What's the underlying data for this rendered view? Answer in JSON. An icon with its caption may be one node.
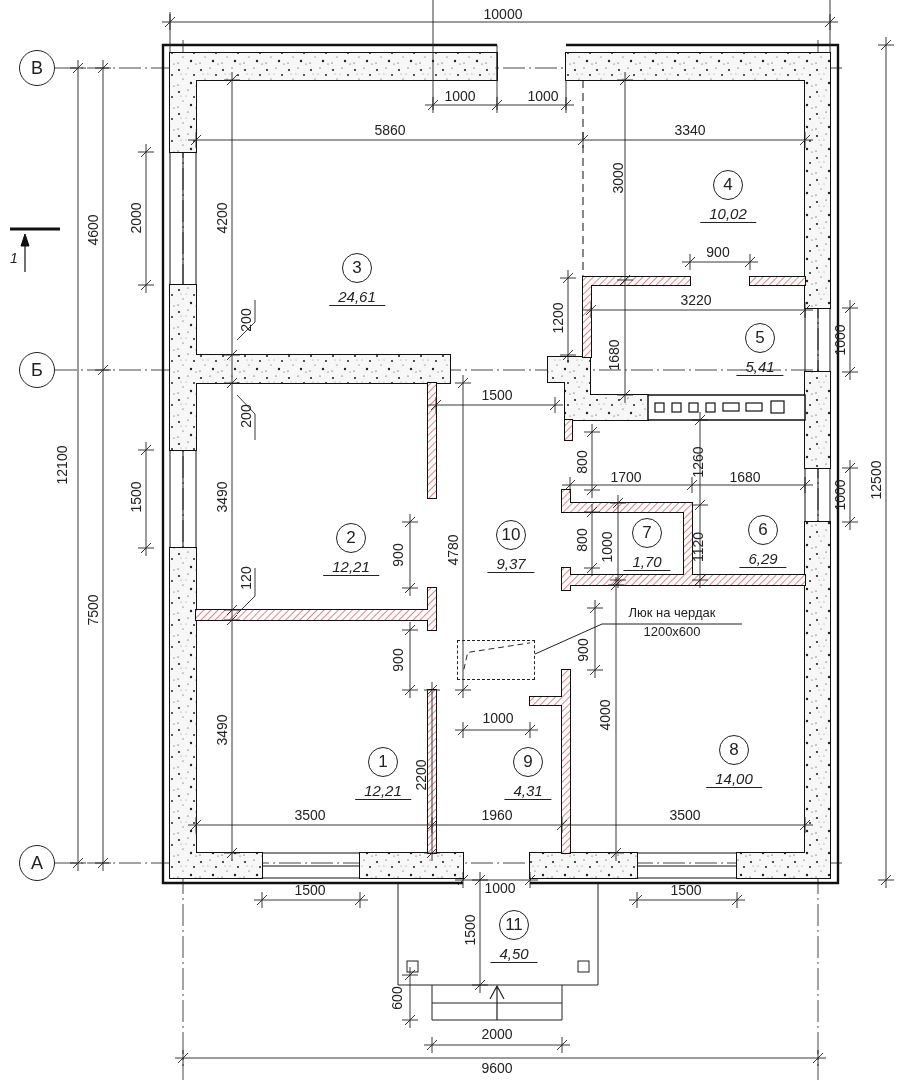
{
  "diagram": {
    "nodes": [
      {
        "text": [
          "В"
        ]
      },
      {
        "text": [
          "4"
        ],
        "beside": [
          "10,02"
        ]
      },
      {
        "text": [
          "3"
        ],
        "beside": [
          "24,61"
        ]
      },
      {
        "text": [
          "5"
        ],
        "beside": [
          "5,41"
        ]
      },
      {
        "text": [
          "Б"
        ]
      },
      {
        "text": [
          "2"
        ],
        "beside": [
          "12,21"
        ]
      },
      {
        "text": [
          "10"
        ],
        "beside": [
          "9,37"
        ]
      },
      {
        "text": [
          "7"
        ],
        "beside": [
          "1,70"
        ]
      },
      {
        "text": [
          "6"
        ],
        "beside": [
          "6,29"
        ]
      },
      {
        "text": [
          "Люк на чердак",
          "1200x600"
        ]
      },
      {
        "text": [],
        "shape": "box"
      },
      {
        "text": [
          "8"
        ],
        "beside": [
          "14,00"
        ]
      },
      {
        "text": [
          "1"
        ],
        "beside": [
          "12,21"
        ]
      },
      {
        "text": [
          "9"
        ],
        "beside": [
          "4,31"
        ]
      },
      {
        "text": [
          "А"
        ]
      },
      {
        "text": [
          "11"
        ],
        "beside": [
          "4,50"
        ]
      }
    ],
    "edges": [
      {
        "from": 9,
        "to": 10,
        "arrow": "none"
      }
    ],
    "labels": [
      "10000",
      "1000",
      "1000",
      "5860",
      "3340",
      "3000",
      "4600",
      "2000",
      "4200",
      "1",
      "900",
      "3220",
      "1200",
      "200",
      "1000",
      "1680",
      "1500",
      "200",
      "12100",
      "12500",
      "800",
      "1700",
      "1260",
      "1680",
      "1000",
      "1500",
      "3490",
      "4780",
      "800",
      "1000",
      "1120",
      "900",
      "120",
      "7500",
      "900",
      "900",
      "1000",
      "4000",
      "3490",
      "2200",
      "3500",
      "1960",
      "3500",
      "1000",
      "1500",
      "1500",
      "1500",
      "600",
      "2000",
      "9600"
    ]
  }
}
